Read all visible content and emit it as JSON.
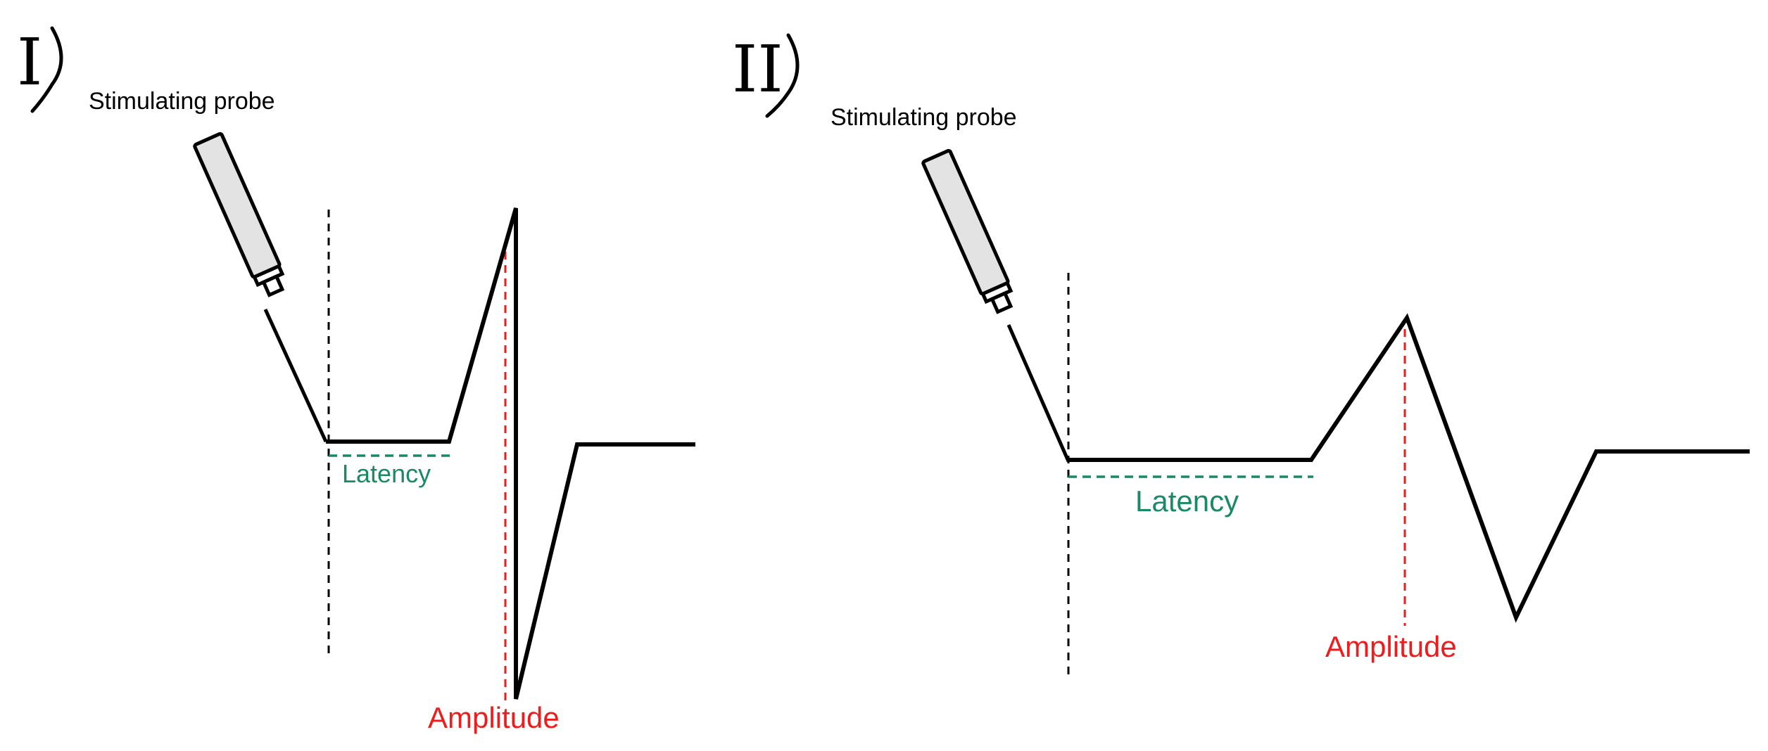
{
  "colors": {
    "trace": "#000000",
    "probe_fill": "#e3e3e3",
    "latency": "#1a8a62",
    "amplitude": "#ee1c1c",
    "marker": "#000000"
  },
  "panels": [
    {
      "id": "panel-1",
      "numeral": "I",
      "probe_label": "Stimulating probe",
      "latency_label": "Latency",
      "amplitude_label": "Amplitude",
      "waveform": "biphasic, sharp high-amplitude response after short latency"
    },
    {
      "id": "panel-2",
      "numeral": "II",
      "probe_label": "Stimulating probe",
      "latency_label": "Latency",
      "amplitude_label": "Amplitude",
      "waveform": "biphasic, reduced-amplitude response after prolonged latency"
    }
  ]
}
